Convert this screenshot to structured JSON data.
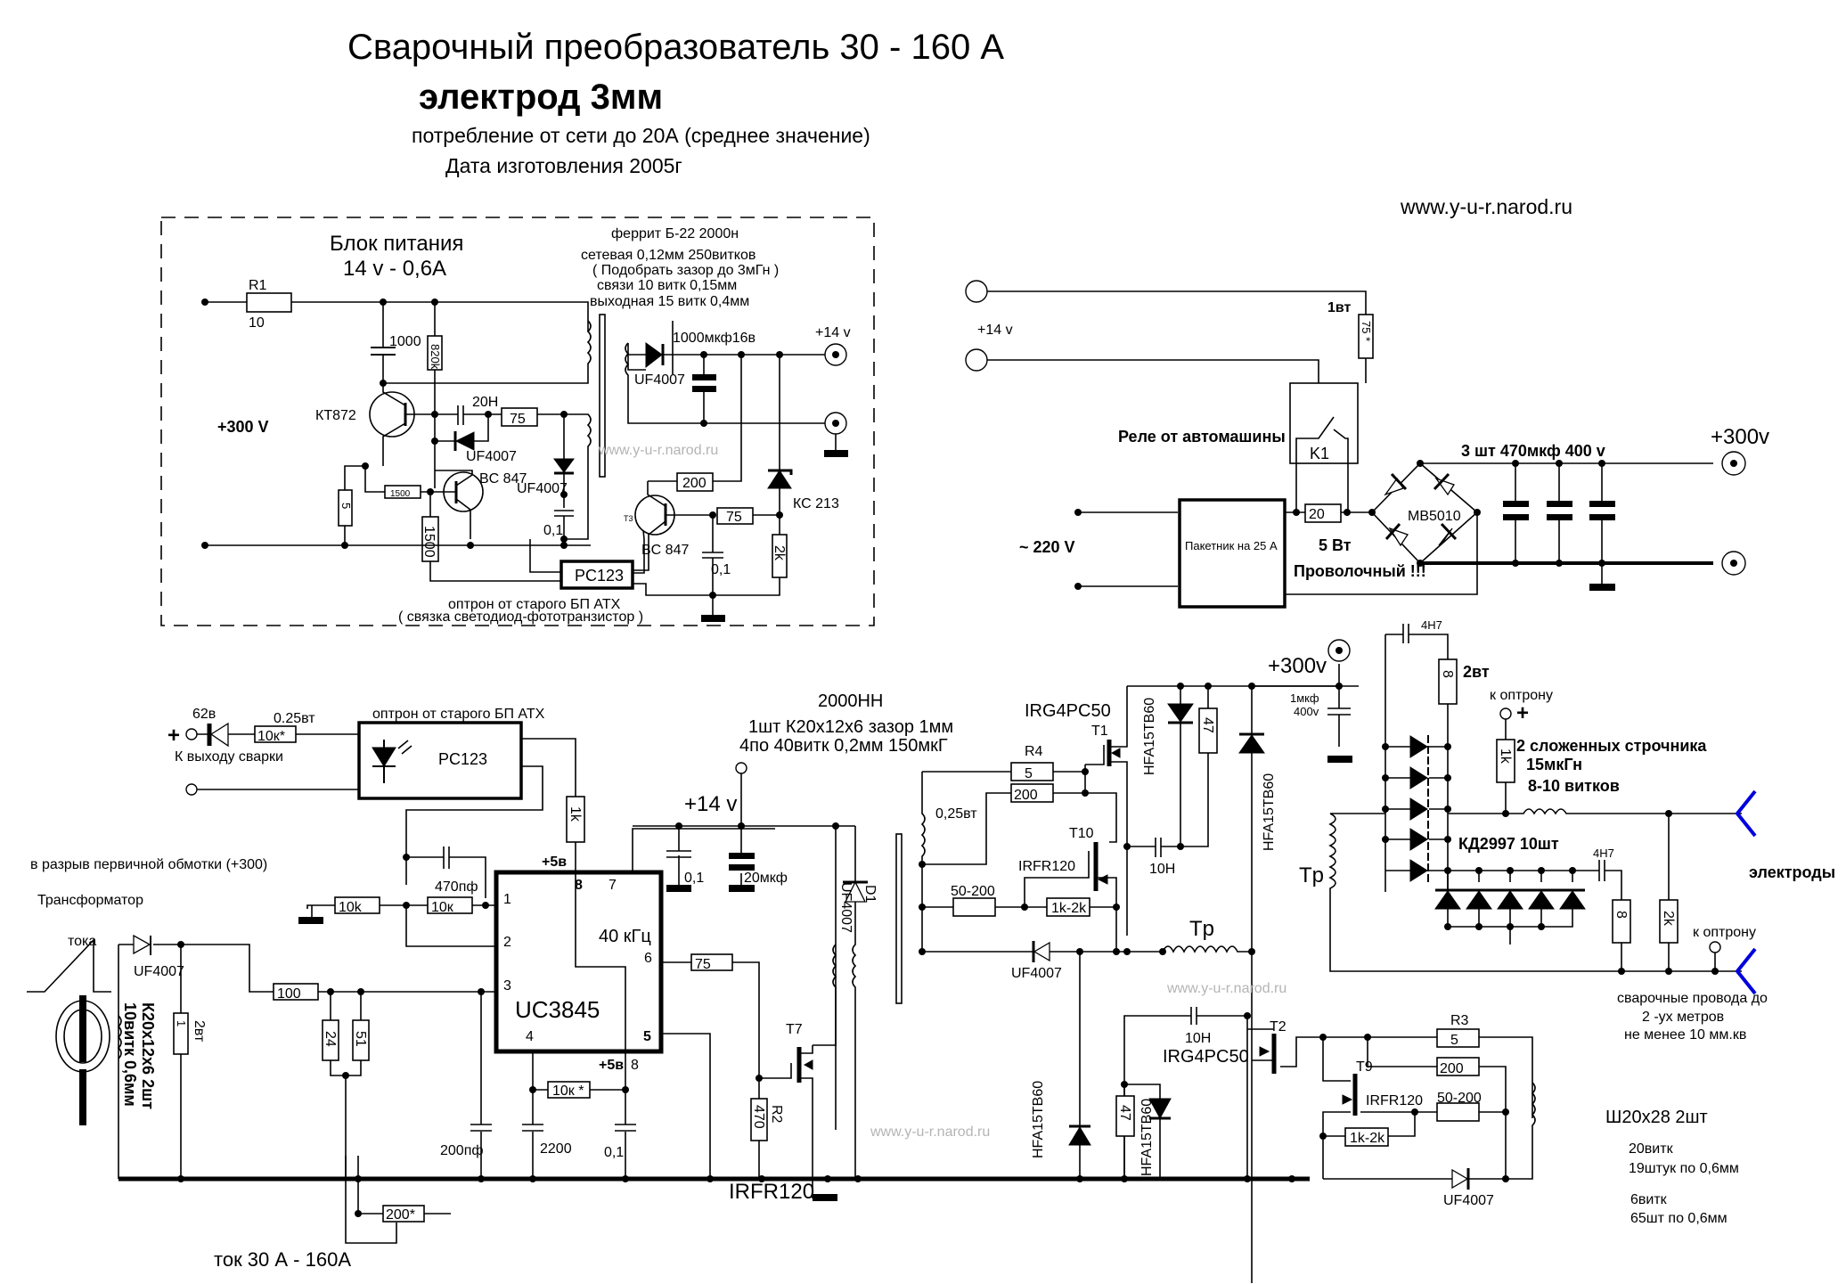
{
  "header": {
    "title": "Сварочный преобразователь 30 - 160 А",
    "subtitle": "электрод 3мм",
    "consumption": "потребление от сети до 20А (среднее значение)",
    "date": "Дата изготовления  2005г",
    "website": "www.y-u-r.narod.ru"
  },
  "watermark": "www.y-u-r.narod.ru",
  "power_supply": {
    "title": "Блок питания",
    "rating": "14 v - 0,6A",
    "input_label": "+300 V",
    "ferrite": "феррит  Б-22  2000н",
    "winding_mains": "сетевая  0,12мм 250витков",
    "gap_note": "( Подобрать зазор до 3мГн )",
    "winding_link": "связи 10 витк 0,15мм",
    "winding_out": "выходная 15 витк 0,4мм",
    "r1_label": "R1",
    "r1_value": "10",
    "c_1000": "1000",
    "r_820k": "820k",
    "transistor_kt872": "КТ872",
    "c_20n": "20Н",
    "r_75a": "75",
    "diode_uf4007_a": "UF4007",
    "transistor_bc847_a": "BC 847",
    "diode_uf4007_b": "UF4007",
    "r_5": "5",
    "r_1500_h": "1500",
    "r_1500_v": "1500",
    "c_01_a": "0,1",
    "out_cap": "1000мкф16в",
    "diode_uf4007_out": "UF4007",
    "out_plus14": "+14 v",
    "r_200": "200",
    "t3_label": "T3",
    "transistor_bc847_b": "BC 847",
    "r_75b": "75",
    "zener": "КС 213",
    "r_2k": "2k",
    "c_01_b": "0,1",
    "optocoupler": "PC123",
    "opto_note1": "оптрон от старого БП  АТХ",
    "opto_note2": "( связка светодиод-фототранзистор )"
  },
  "mains": {
    "plus14": "+14 v",
    "r_1w": "1вт",
    "r_75star": "75 *",
    "relay_label": "Реле от автомашины",
    "relay_id": "K1",
    "ac_input": "~ 220 V",
    "breaker": "Пакетник на 25 А",
    "r_20": "20",
    "r_20_power": "5 Вт",
    "r_20_type": "Проволочный !!!",
    "bridge": "MB5010",
    "caps": "3 шт   470мкф 400 v",
    "out_300": "+300v"
  },
  "control": {
    "zener_62": "62в",
    "r_025": "0.25вт",
    "r_10kstar": "10к*",
    "plus": "+",
    "weld_output": "К выходу сварки",
    "opto_note": "оптрон от старого БП  АТХ",
    "optocoupler": "PC123",
    "r_1k": "1k",
    "primary_break": "в разрыв первичной обмотки (+300)",
    "ct_label1": "Трансформатор",
    "ct_label2": "тока",
    "ct_diode": "UF4007",
    "ct_core": "К20х12х6  2шт",
    "ct_winding": "10витк  0,6мм",
    "r_1": "1",
    "r_1_power": "2вт",
    "r_100": "100",
    "r_24": "24",
    "r_51": "51",
    "r_200star": "200*",
    "current_range": "ток 30 А - 160А",
    "r_10k_a": "10k",
    "r_10k_b": "10к",
    "c_470p": "470пф",
    "plus5_top": "+5в",
    "ic_name": "UC3845",
    "ic_freq": "40 кГц",
    "pin1": "1",
    "pin2": "2",
    "pin3": "3",
    "pin4": "4",
    "pin5": "5",
    "pin6": "6",
    "pin7": "7",
    "pin8": "8",
    "plus5_bot": "+5в",
    "pin8_bot": "8",
    "r_10kstar_b": "10к *",
    "c_200p": "200пф",
    "c_2200": "2200",
    "c_01": "0,1",
    "r_75": "75"
  },
  "driver": {
    "core_type": "2000НН",
    "core_spec": "1шт К20х12х6 зазор 1мм",
    "winding_spec": "4по 40витк 0,2мм 150мкГ",
    "plus14": "+14 v",
    "c_01": "0,1",
    "c_20u": "20мкф",
    "diode": "UF4007",
    "d1": "D1",
    "t7": "T7",
    "r2": "R2",
    "r2_value": "470",
    "t7_part": "IRFR120"
  },
  "upper_switch": {
    "part": "IRG4PC50",
    "t1": "T1",
    "r4": "R4",
    "r4_value": "5",
    "r_025": "0,25вт",
    "r_200": "200",
    "t10": "T10",
    "t10_part": "IRFR120",
    "r_50_200": "50-200",
    "r_1k2k": "1k-2k",
    "diode": "UF4007",
    "diode_hfa_a": "HFA15TB60",
    "r_47": "47",
    "c_10n": "10Н",
    "diode_hfa_b": "HFA15TB60",
    "plus300": "+300v",
    "c_1u": "1мкф",
    "c_400v": "400v",
    "tr": "Tp"
  },
  "lower_switch": {
    "c_10n": "10Н",
    "part": "IRG4PC50",
    "t2": "T2",
    "r_47": "47",
    "diode_hfa_a": "HFA15TB60",
    "diode_hfa_b": "HFA15TB60",
    "r3": "R3",
    "r3_value": "5",
    "r_200": "200",
    "t9": "T9",
    "t9_part": "IRFR120",
    "r_50_200": "50-200",
    "r_1k2k": "1k-2k",
    "diode": "UF4007"
  },
  "output": {
    "c_4n7_top": "4Н7",
    "r_8_top": "8",
    "r_2w": "2вт",
    "to_opto_plus_label": "к оптрону",
    "plus": "+",
    "r_1k": "1k",
    "choke1": "2 сложенных строчника",
    "choke2": "15мкГн",
    "choke3": "8-10 витков",
    "rectifier": "КД2997 10шт",
    "tr": "Tp",
    "c_4n7": "4Н7",
    "r_8": "8",
    "r_2k": "2k",
    "to_opto_label": "к оптрону",
    "electrodes": "электроды",
    "cables1": "сварочные провода до",
    "cables2": "2 -ух метров",
    "cables3": "не менее   10 мм.кв",
    "core": "Ш20х28   2шт",
    "prim1": "20витк",
    "prim2": "19штук по 0,6мм",
    "sec1": "6витк",
    "sec2": "65шт по 0,6мм"
  },
  "colors": {
    "ink": "#000000",
    "electrode_marker": "#0000dd",
    "watermark": "#b4b4b4"
  }
}
